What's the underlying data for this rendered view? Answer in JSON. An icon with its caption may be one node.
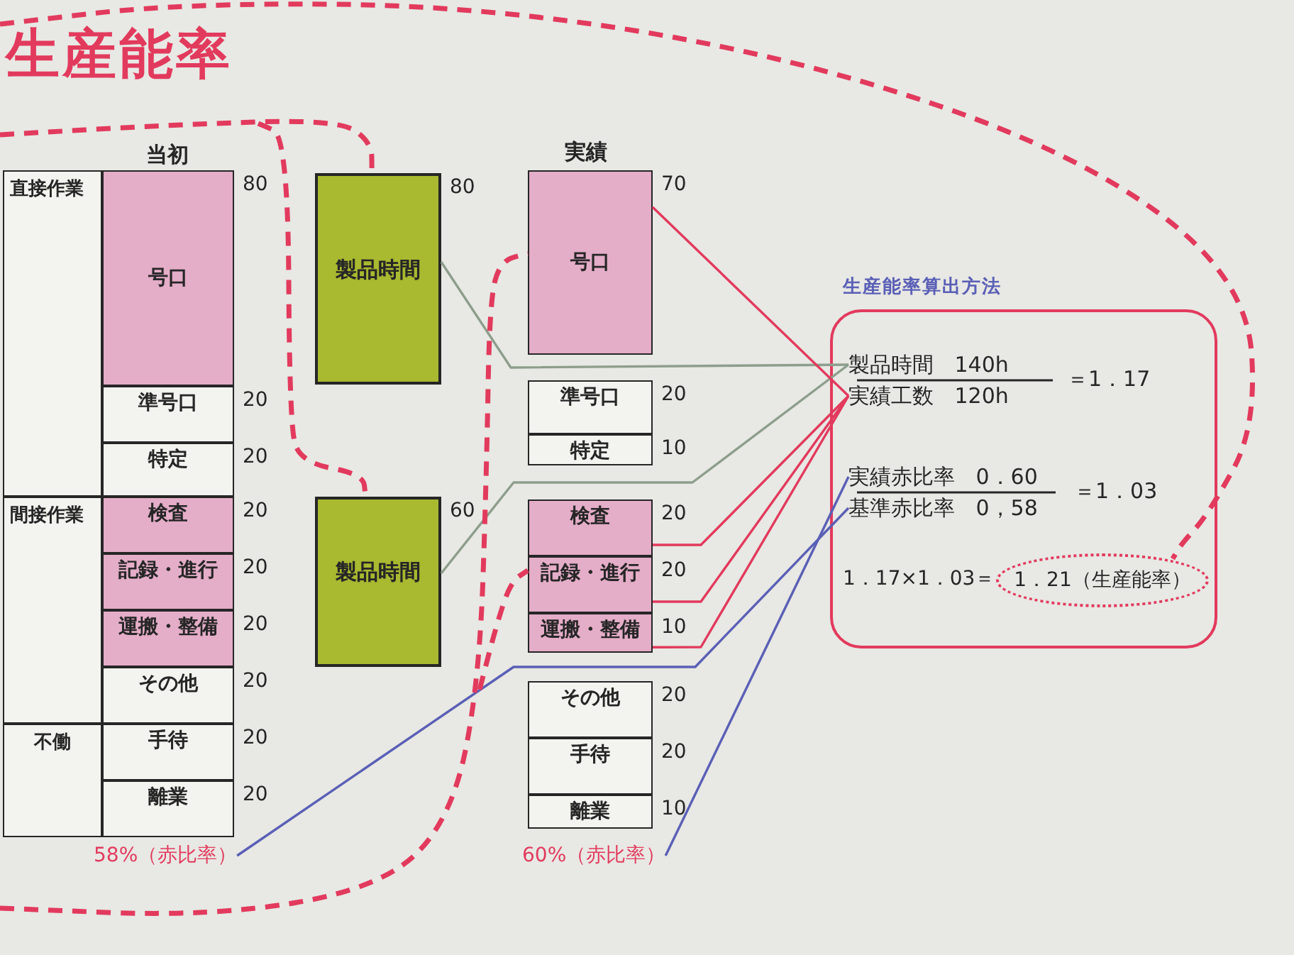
{
  "diagram": {
    "title": "生産能率",
    "nodes": [
      {
        "text": [
          "当初"
        ]
      },
      {
        "text": [
          "直接作業"
        ],
        "in": 0
      },
      {
        "text": [
          "号口"
        ],
        "in": 0,
        "beside": [
          "80"
        ]
      },
      {
        "text": [
          "準号口"
        ],
        "in": 0,
        "beside": [
          "20"
        ]
      },
      {
        "text": [
          "特定"
        ],
        "in": 0,
        "beside": [
          "20"
        ]
      },
      {
        "text": [
          "間接作業"
        ],
        "in": 0
      },
      {
        "text": [
          "検査"
        ],
        "in": 0,
        "beside": [
          "20"
        ]
      },
      {
        "text": [
          "記録・進行"
        ],
        "in": 0,
        "beside": [
          "20"
        ]
      },
      {
        "text": [
          "運搬・整備"
        ],
        "in": 0,
        "beside": [
          "20"
        ]
      },
      {
        "text": [
          "その他"
        ],
        "in": 0,
        "beside": [
          "20"
        ]
      },
      {
        "text": [
          "不働"
        ],
        "in": 0
      },
      {
        "text": [
          "手待"
        ],
        "in": 0,
        "beside": [
          "20"
        ]
      },
      {
        "text": [
          "離業"
        ],
        "in": 0,
        "beside": [
          "20"
        ]
      },
      {
        "text": [
          "58%（赤比率）"
        ]
      },
      {
        "text": [
          "製品時間"
        ],
        "beside": [
          "80"
        ]
      },
      {
        "text": [
          "製品時間"
        ],
        "beside": [
          "60"
        ]
      },
      {
        "text": [
          "号口"
        ],
        "beside": [
          "70"
        ]
      },
      {
        "text": [
          "準号口"
        ],
        "beside": [
          "20"
        ]
      },
      {
        "text": [
          "特定"
        ],
        "beside": [
          "10"
        ]
      },
      {
        "text": [
          "検査"
        ],
        "beside": [
          "20"
        ]
      },
      {
        "text": [
          "記録・進行"
        ],
        "beside": [
          "20"
        ]
      },
      {
        "text": [
          "運搬・整備"
        ],
        "beside": [
          "10"
        ]
      },
      {
        "text": [
          "その他"
        ],
        "beside": [
          "20"
        ]
      },
      {
        "text": [
          "手待"
        ],
        "beside": [
          "20"
        ]
      },
      {
        "text": [
          "離業"
        ],
        "beside": [
          "10"
        ]
      },
      {
        "text": [
          "60%（赤比率）"
        ]
      },
      {
        "text": [
          "生産能率算出方法"
        ]
      },
      {
        "text": [
          "製品時間 140h"
        ],
        "in": 26
      },
      {
        "text": [
          "実績工数 120h"
        ],
        "in": 26
      },
      {
        "text": [
          "実績赤比率 0．60"
        ],
        "in": 26
      },
      {
        "text": [
          "基準赤比率 0，58"
        ],
        "in": 26
      },
      {
        "text": [
          "1．21（生産能率）"
        ],
        "in": 26
      }
    ],
    "edges": [
      {
        "from": 14,
        "to": 27,
        "arrow": "none",
        "color": "#8d9e8c"
      },
      {
        "from": 15,
        "to": 27,
        "arrow": "none",
        "color": "#8d9e8c"
      },
      {
        "from": 16,
        "to": 28,
        "arrow": "none"
      },
      {
        "from": 19,
        "to": 28,
        "arrow": "none"
      },
      {
        "from": 20,
        "to": 28,
        "arrow": "none"
      },
      {
        "from": 21,
        "to": 28,
        "arrow": "none"
      },
      {
        "from": 25,
        "to": 29,
        "arrow": "none",
        "color": "#5a5fb6"
      },
      {
        "from": 13,
        "to": 30,
        "arrow": "none",
        "color": "#5a5fb6"
      },
      {
        "from": null,
        "to": 14,
        "arrow": "none",
        "style": "dashed"
      },
      {
        "from": null,
        "to": 15,
        "arrow": "none",
        "style": "dashed"
      },
      {
        "from": null,
        "to": 16,
        "arrow": "none",
        "style": "dashed"
      },
      {
        "from": null,
        "to": 20,
        "arrow": "none",
        "style": "dashed"
      },
      {
        "from": null,
        "to": 31,
        "arrow": "none",
        "style": "dashed"
      }
    ],
    "labels": [
      "実績",
      "＝1．17",
      "＝1．03",
      "1．17×1．03＝"
    ]
  }
}
